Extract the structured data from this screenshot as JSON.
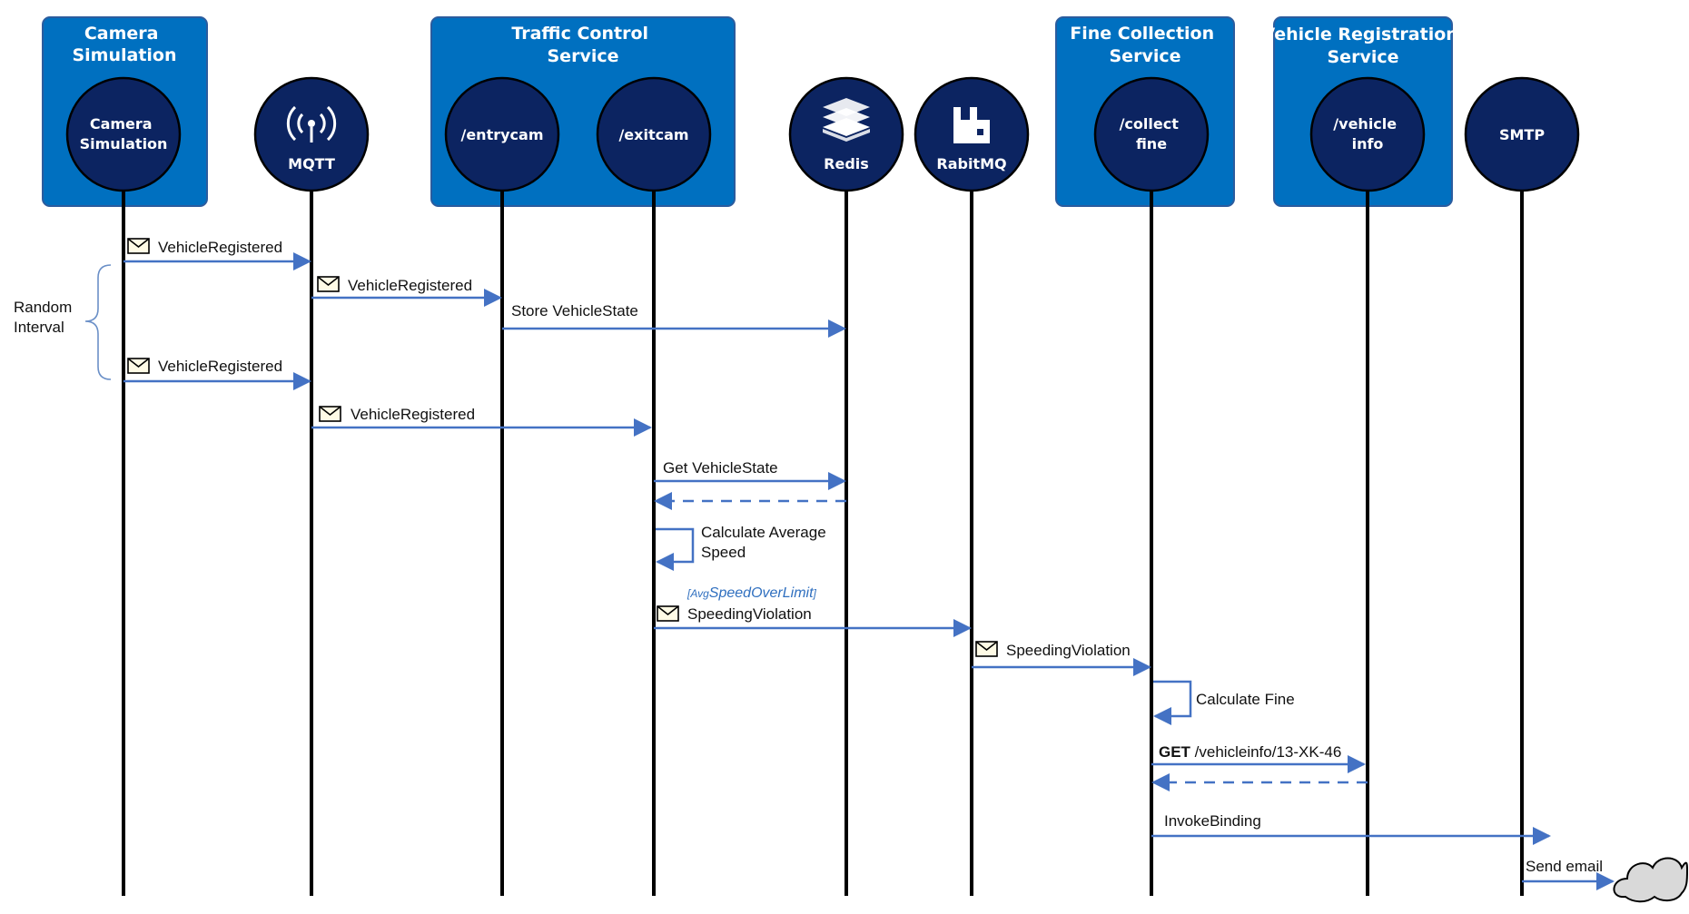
{
  "colors": {
    "box": "#0070c0",
    "box_border": "#2b5c9e",
    "node": "#0c2461",
    "lifeline": "#000000",
    "arrow": "#4472c4",
    "guard": "#2f6fbf"
  },
  "boxes": {
    "camera_simulation": [
      "Camera",
      "Simulation"
    ],
    "traffic_control": [
      "Traffic Control",
      "Service"
    ],
    "fine_collection": [
      "Fine Collection",
      "Service"
    ],
    "vehicle_registration": [
      "Vehicle Registration",
      "Service"
    ]
  },
  "nodes": {
    "camera_simulation": [
      "Camera",
      "Simulation"
    ],
    "mqtt": "MQTT",
    "entrycam": "/entrycam",
    "exitcam": "/exitcam",
    "redis": "Redis",
    "rabbitmq": "RabitMQ",
    "collectfine": [
      "/collect",
      "fine"
    ],
    "vehicleinfo": [
      "/vehicle",
      "info"
    ],
    "smtp": "SMTP"
  },
  "annotations": {
    "random_interval": [
      "Random",
      "Interval"
    ],
    "guard_prefix": "[Avg",
    "guard_main": "SpeedOverLimit",
    "guard_suffix": "]"
  },
  "messages": {
    "m1": "VehicleRegistered",
    "m2": "VehicleRegistered",
    "m3": "Store VehicleState",
    "m4": "VehicleRegistered",
    "m5": "VehicleRegistered",
    "m6": "Get VehicleState",
    "m7": [
      "Calculate Average",
      "Speed"
    ],
    "m8": "SpeedingViolation",
    "m9": "SpeedingViolation",
    "m10": "Calculate Fine",
    "m11_method": "GET",
    "m11_path": " /vehicleinfo/13-XK-46",
    "m12": "InvokeBinding",
    "m13": "Send email"
  }
}
